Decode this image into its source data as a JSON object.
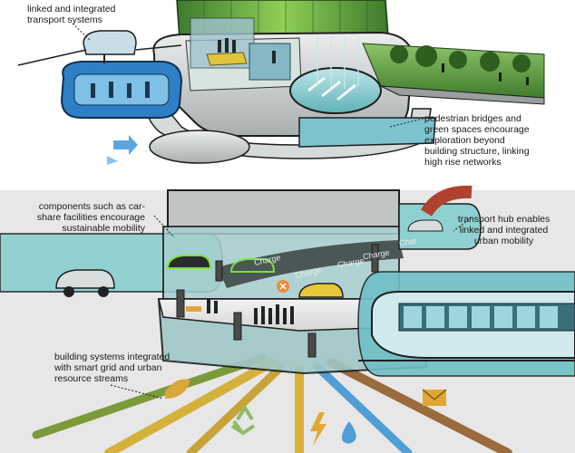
{
  "labels": {
    "transport_top": "linked and integrated\ntransport systems",
    "pedestrian": "pedestrian bridges and\ngreen spaces encourage\nexploration beyond\nbuilding structure, linking\nhigh rise networks",
    "car_share": "components such as car-\nshare facilities encourage\nsustainable mobility",
    "transport_hub": "transport hub enables\nlinked and integrated\nurban mobility",
    "building_systems": "building systems integrated\nwith smart grid and urban\nresource streams"
  },
  "charge_signs": [
    "Charge",
    "Charge",
    "Charge",
    "Charge",
    "Char"
  ],
  "colors": {
    "pod_blue": "#3a8fd0",
    "glass_teal": "#7fc7c9",
    "slab_gray": "#c9cccc",
    "greenery": "#5f9a3a",
    "pipe_yellow": "#d9b23a",
    "pipe_blue": "#4f9ed6",
    "pipe_brown": "#9a6b3c"
  },
  "icons": [
    "recycle-icon",
    "lightning-icon",
    "water-drop-icon",
    "mail-icon",
    "leaf-icon",
    "arrow-icon"
  ]
}
